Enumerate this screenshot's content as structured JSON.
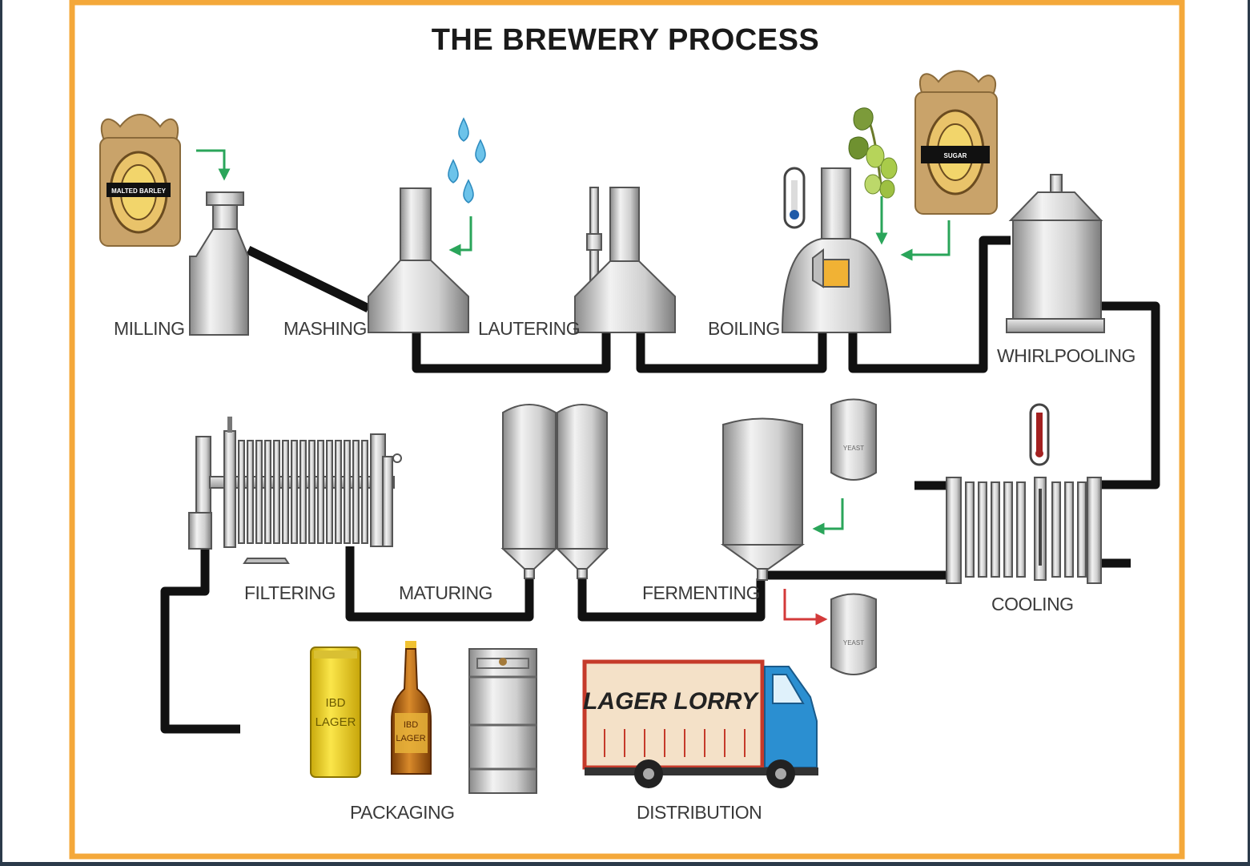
{
  "title": "THE BREWERY PROCESS",
  "colors": {
    "border": "#f4a83a",
    "sack": "#c9a36a",
    "sack_inner": "#f2d56b",
    "arrow_green": "#2aa55a",
    "arrow_red": "#d33a3a",
    "truck_cab": "#2b8fd1",
    "truck_box": "#f4e1c8",
    "can": "#f1d21c",
    "bottle": "#b5640e"
  },
  "steps": {
    "milling": "MILLING",
    "mashing": "MASHING",
    "lautering": "LAUTERING",
    "boiling": "BOILING",
    "whirlpooling": "WHIRLPOOLING",
    "cooling": "COOLING",
    "fermenting": "FERMENTING",
    "maturing": "MATURING",
    "filtering": "FILTERING",
    "packaging": "PACKAGING",
    "distribution": "DISTRIBUTION"
  },
  "ingredients": {
    "malted_barley": "MALTED BARLEY",
    "sugar": "SUGAR",
    "yeast_in": "YEAST",
    "yeast_out": "YEAST"
  },
  "products": {
    "can_label_1": "IBD",
    "can_label_2": "LAGER",
    "bottle_label_1": "IBD",
    "bottle_label_2": "LAGER"
  },
  "truck": {
    "label": "LAGER LORRY"
  },
  "icons": [
    "sack-icon",
    "water-drops-icon",
    "thermometer-icon",
    "hops-icon",
    "yeast-canister-icon",
    "keg-icon",
    "truck-icon"
  ]
}
